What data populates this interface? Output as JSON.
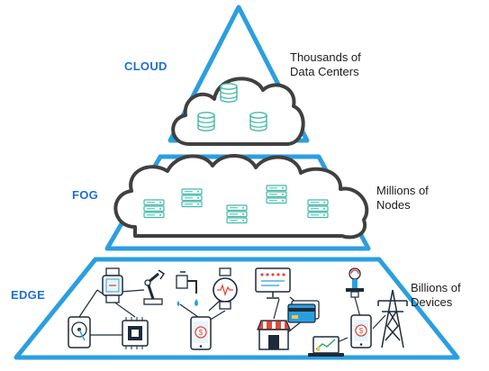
{
  "accent_color": "#2a9fe0",
  "label_color": "#1f6fd1",
  "tiers": {
    "cloud": {
      "label": "CLOUD",
      "description_lines": [
        "Thousands of",
        "Data Centers"
      ],
      "icon": "database-icon"
    },
    "fog": {
      "label": "FOG",
      "description_lines": [
        "Millions of",
        "Nodes"
      ],
      "icon": "server-rack-icon"
    },
    "edge": {
      "label": "EDGE",
      "description_lines": [
        "Billions of",
        "Devices"
      ],
      "icons": [
        "smartwatch-icon",
        "robot-arm-icon",
        "water-tap-icon",
        "heart-monitor-watch-icon",
        "monitor-icon",
        "thermometer-icon",
        "hard-drive-icon",
        "circuit-board-icon",
        "smartphone-icon",
        "store-icon",
        "credit-card-icon",
        "power-tower-icon",
        "laptop-chart-icon"
      ]
    }
  }
}
